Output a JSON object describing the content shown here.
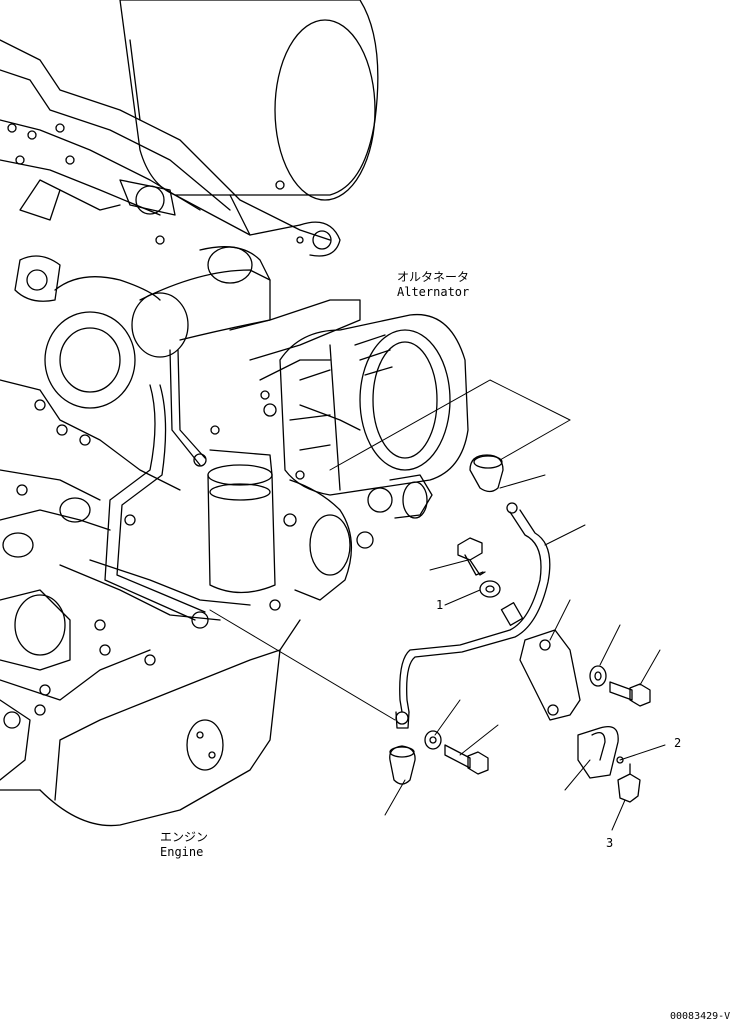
{
  "labels": {
    "alternator_jp": "オルタネータ",
    "alternator_en": "Alternator",
    "engine_jp": "エンジン",
    "engine_en": "Engine"
  },
  "callouts": {
    "ref_1": "1",
    "ref_2": "2",
    "ref_3": "3"
  },
  "drawing_number": "00083429-V"
}
